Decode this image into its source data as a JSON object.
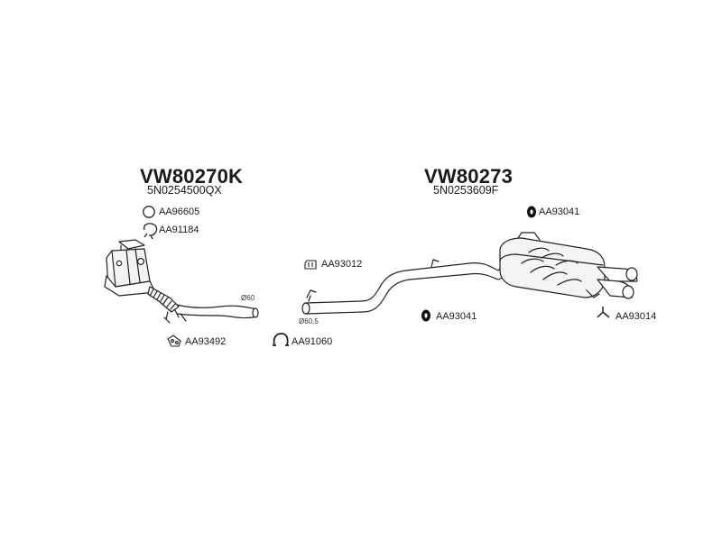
{
  "assemblies": [
    {
      "ref": "VW80270K",
      "oem": "5N0254500QX",
      "dimension": "Ø60",
      "parts": [
        {
          "code": "AA96605",
          "icon": "ring-gasket-icon"
        },
        {
          "code": "AA91184",
          "icon": "band-clamp-icon"
        },
        {
          "code": "AA93492",
          "icon": "flange-gasket-icon"
        },
        {
          "code": "AA91060",
          "icon": "u-clamp-icon"
        }
      ]
    },
    {
      "ref": "VW80273",
      "oem": "5N0253609F",
      "dimension": "Ø60,5",
      "parts": [
        {
          "code": "AA93041",
          "icon": "rubber-hanger-icon"
        },
        {
          "code": "AA93012",
          "icon": "bracket-icon"
        },
        {
          "code": "AA93041",
          "icon": "rubber-hanger-icon"
        },
        {
          "code": "AA93014",
          "icon": "y-hanger-icon"
        }
      ]
    }
  ]
}
